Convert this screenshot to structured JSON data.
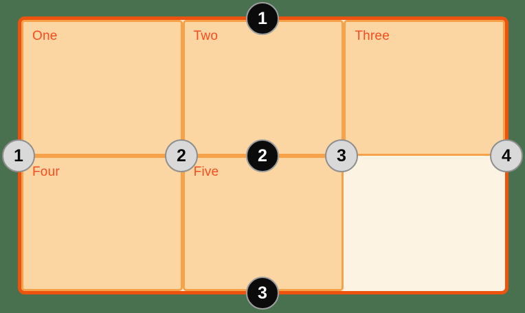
{
  "diagram": {
    "cells": [
      {
        "label": "One"
      },
      {
        "label": "Two"
      },
      {
        "label": "Three"
      },
      {
        "label": "Four"
      },
      {
        "label": "Five"
      },
      {
        "label": ""
      }
    ],
    "row_line_markers": [
      "1",
      "2",
      "3"
    ],
    "column_line_markers": [
      "1",
      "2",
      "3",
      "4"
    ]
  },
  "colors": {
    "page_bg": "#49714F",
    "container_border": "#EB530F",
    "container_bg": "#FDF3E3",
    "cell_bg": "#FCD6A2",
    "cell_border": "#F6A24A",
    "label_color": "#FB4B1E",
    "gray_marker_bg": "#D9D9D9",
    "gray_marker_border": "#8F8F8F",
    "gray_marker_text": "#0A0A0A",
    "black_marker_bg": "#0B0B0B",
    "black_marker_border": "#9E9E9E",
    "black_marker_text": "#FFFFFF"
  }
}
